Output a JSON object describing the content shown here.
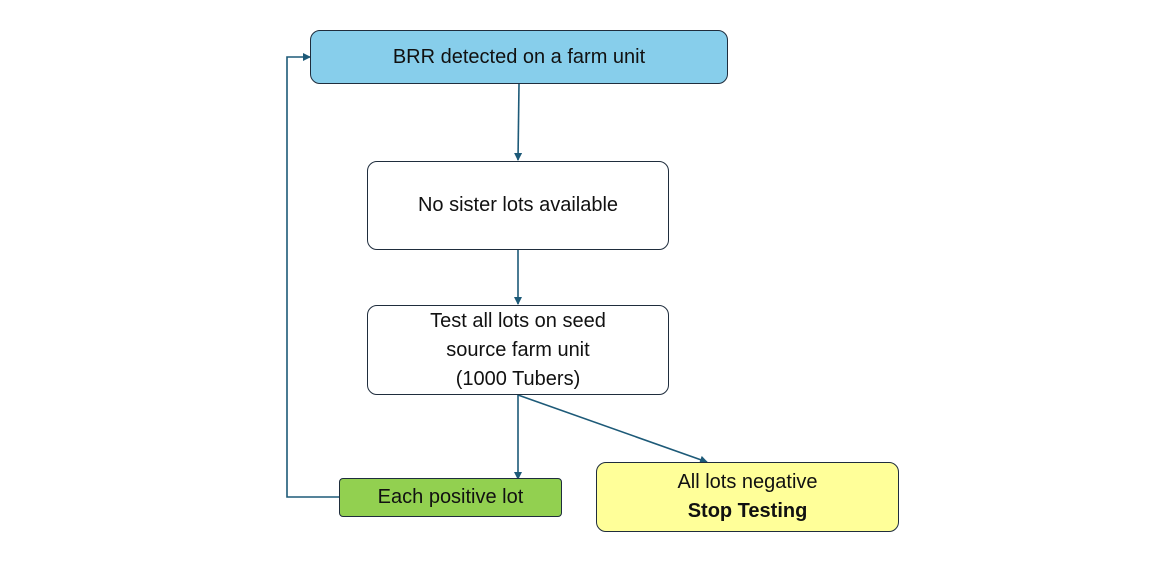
{
  "diagram": {
    "type": "flowchart",
    "colors": {
      "edge": "#1d5a78",
      "border": "#1f2d3d",
      "start_fill": "#87ceeb",
      "process_fill": "#ffffff",
      "positive_fill": "#92d050",
      "negative_fill": "#ffff99"
    },
    "nodes": {
      "start": {
        "text": "BRR detected on a farm unit"
      },
      "no_sister": {
        "text": "No sister lots available"
      },
      "test_all": {
        "line1": "Test all lots on seed",
        "line2": "source farm unit",
        "line3": "(1000 Tubers)"
      },
      "positive": {
        "text": "Each positive lot"
      },
      "negative": {
        "line1": "All lots negative",
        "line2": "Stop Testing"
      }
    },
    "edges": [
      {
        "from": "start",
        "to": "no_sister"
      },
      {
        "from": "no_sister",
        "to": "test_all"
      },
      {
        "from": "test_all",
        "to": "positive"
      },
      {
        "from": "test_all",
        "to": "negative"
      },
      {
        "from": "positive",
        "to": "start"
      }
    ]
  }
}
